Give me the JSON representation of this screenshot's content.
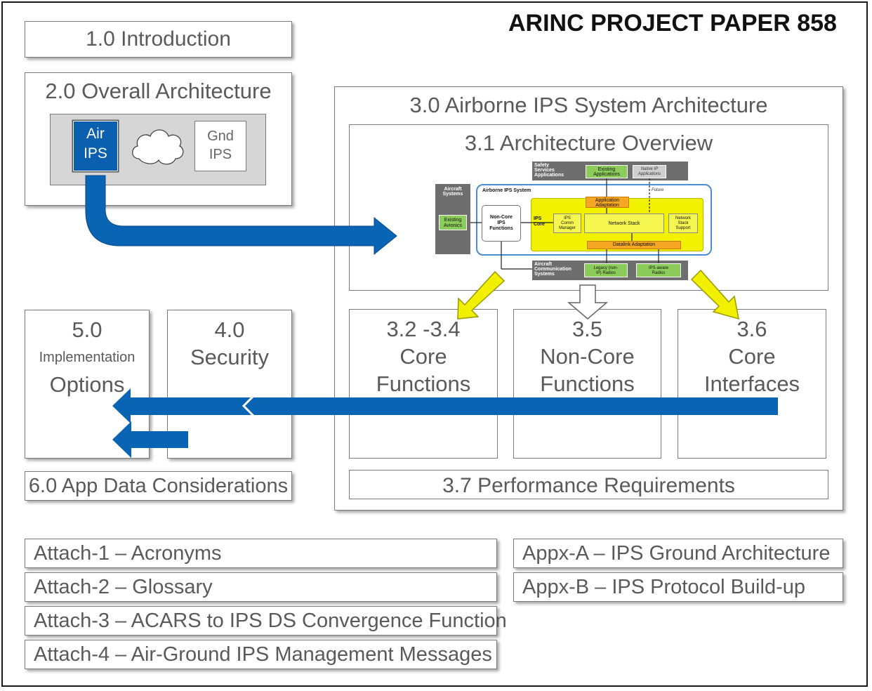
{
  "header": {
    "title": "ARINC PROJECT PAPER 858"
  },
  "sections": {
    "intro": "1.0 Introduction",
    "overall": "2.0 Overall Architecture",
    "air_ips": [
      "Air",
      "IPS"
    ],
    "gnd_ips": [
      "Gnd",
      "IPS"
    ],
    "airborne": "3.0 Airborne IPS System Architecture",
    "overview": "3.1 Architecture Overview",
    "core_functions": [
      "3.2 -3.4",
      "Core",
      "Functions"
    ],
    "noncore_functions": [
      "3.5",
      "Non-Core",
      "Functions"
    ],
    "core_interfaces": [
      "3.6",
      "Core",
      "Interfaces"
    ],
    "performance": "3.7 Performance Requirements",
    "security": [
      "4.0",
      "Security"
    ],
    "implementation": [
      "5.0",
      "Implementation",
      "Options"
    ],
    "app_data": "6.0 App Data Considerations"
  },
  "mini_diagram": {
    "safety_services": [
      "Safety",
      "Services",
      "Applications"
    ],
    "existing_applications": [
      "Existing",
      "Applications"
    ],
    "native_ip": [
      "Native IP",
      "Applications"
    ],
    "aircraft_systems": [
      "Aircraft",
      "Systems"
    ],
    "existing_avionics": [
      "Existing",
      "Avionics"
    ],
    "airborne_ips_system": "Airborne IPS System",
    "future": "Future",
    "application_adaptation": [
      "Application",
      "Adaptation"
    ],
    "noncore_ips": [
      "Non-Core",
      "IPS",
      "Functions"
    ],
    "ips_core": [
      "IPS",
      "Core"
    ],
    "ips_comm_manager": [
      "IPS",
      "Comm",
      "Manager"
    ],
    "network_stack": "Network Stack",
    "network_stack_support": [
      "Network",
      "Stack",
      "Support"
    ],
    "datalink_adaptation": "Datalink Adaptation",
    "aircraft_comm": [
      "Aircraft",
      "Communication",
      "Systems"
    ],
    "legacy_radios": [
      "Legacy (non-",
      "IP) Radios"
    ],
    "ips_aware_radios": [
      "IPS-aware",
      "Radios"
    ]
  },
  "attachments": [
    "Attach-1 – Acronyms",
    "Attach-2 – Glossary",
    "Attach-3 – ACARS to IPS DS Convergence Function",
    "Attach-4 – Air-Ground IPS Management Messages"
  ],
  "appendices": [
    "Appx-A – IPS Ground Architecture",
    "Appx-B – IPS Protocol Build-up"
  ],
  "colors": {
    "arrow_blue": "#0a64b4",
    "highlight_yellow": "#f0f000",
    "component_green": "#8ccc5a",
    "adaptation_orange": "#f5a623",
    "panel_gray": "#707070"
  }
}
